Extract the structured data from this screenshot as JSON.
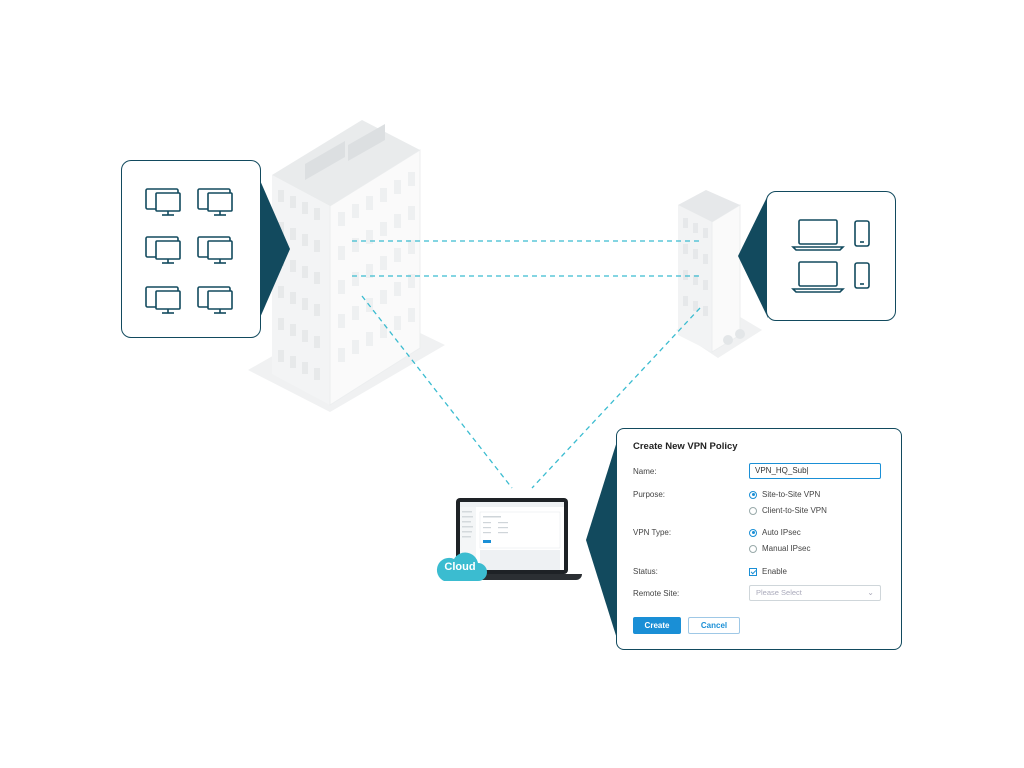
{
  "vpn_form": {
    "title": "Create New VPN Policy",
    "name_label": "Name:",
    "name_value": "VPN_HQ_Sub|",
    "purpose_label": "Purpose:",
    "purpose_options": [
      "Site-to-Site VPN",
      "Client-to-Site VPN"
    ],
    "purpose_selected": "Site-to-Site VPN",
    "vpn_type_label": "VPN Type:",
    "vpn_type_options": [
      "Auto IPsec",
      "Manual IPsec"
    ],
    "vpn_type_selected": "Auto IPsec",
    "status_label": "Status:",
    "status_checkbox_label": "Enable",
    "status_enabled": true,
    "remote_site_label": "Remote Site:",
    "remote_site_placeholder": "Please Select",
    "create_label": "Create",
    "cancel_label": "Cancel"
  },
  "cloud_label": "Cloud",
  "colors": {
    "accent": "#1a8fd6",
    "callout_border": "#124a5e",
    "tunnel_line": "#3bbcd0",
    "cloud": "#3bbcd0"
  },
  "icons": {
    "hq_devices": [
      "desktop-icon",
      "desktop-icon",
      "desktop-icon",
      "desktop-icon",
      "desktop-icon",
      "desktop-icon"
    ],
    "branch_devices": [
      "laptop-icon",
      "smartphone-icon",
      "laptop-icon",
      "smartphone-icon"
    ]
  }
}
